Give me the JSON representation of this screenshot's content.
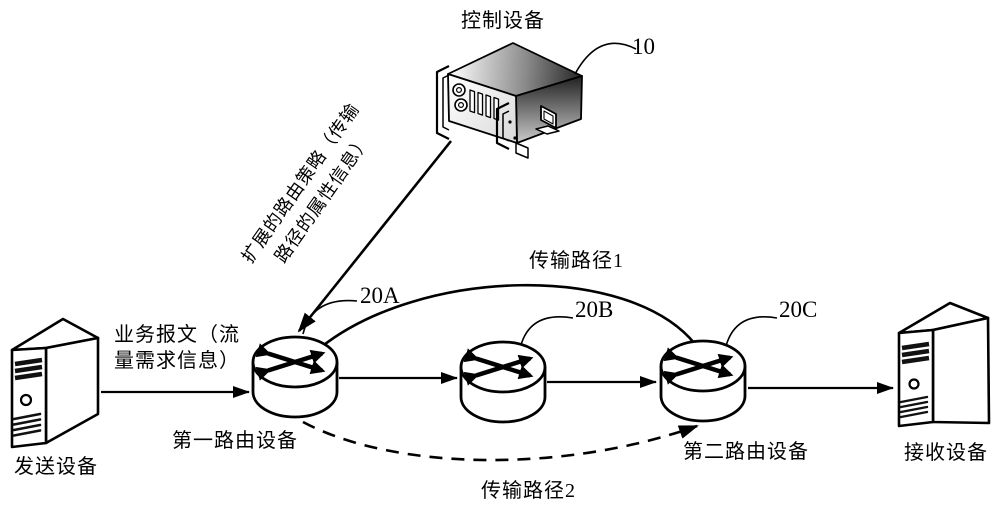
{
  "figure": {
    "control_device_label": "控制设备",
    "control_device_ref": "10",
    "policy_line1": "扩展的路由策略（传输",
    "policy_line2": "路径的属性信息）",
    "service_line1": "业务报文（流",
    "service_line2": "量需求信息）",
    "router_refs": {
      "a": "20A",
      "b": "20B",
      "c": "20C"
    },
    "router1_label": "第一路由设备",
    "router3_label": "第二路由设备",
    "sender_label": "发送设备",
    "receiver_label": "接收设备",
    "path1_label": "传输路径1",
    "path2_label": "传输路径2",
    "colors": {
      "line": "#000000",
      "background": "#ffffff"
    }
  }
}
